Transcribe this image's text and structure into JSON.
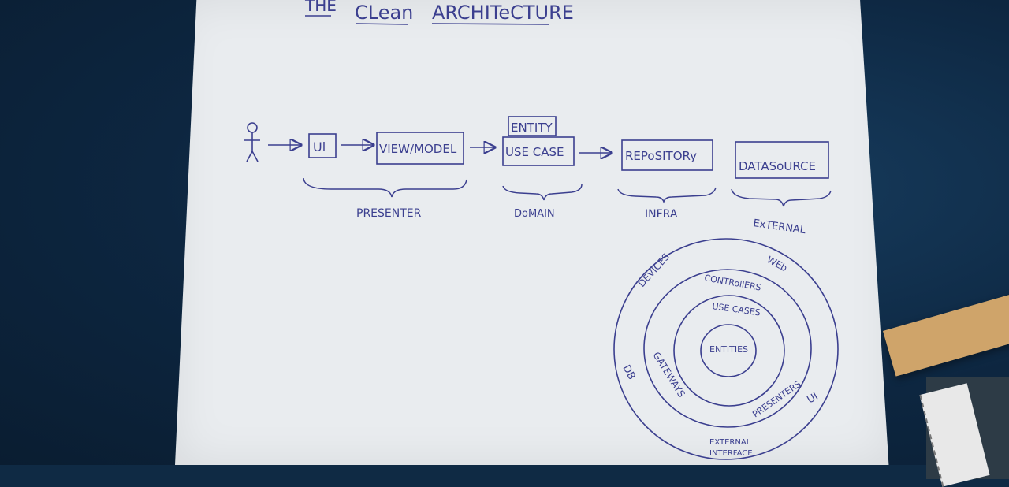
{
  "title": {
    "word1": "THE",
    "word2": "CLean",
    "word3": "ARCHITeCTURE"
  },
  "flow": {
    "actor": "actor-icon",
    "boxes": {
      "entity": "ENTITY",
      "ui": "Ul",
      "viewmodel": "VIEW/MODEL",
      "usecase": "USE CASE",
      "repository": "REPoSITORy",
      "datasource": "DATASoURCE"
    },
    "groups": {
      "presenter": "PRESENTER",
      "domain": "DoMAIN",
      "infra": "INFRA",
      "external": "ExTERNAL"
    }
  },
  "onion": {
    "outer": {
      "devices": "DEVICES",
      "web": "WEb",
      "db": "DB",
      "ui": "UI",
      "ext1": "EXTERNAL",
      "ext2": "INTERFACE"
    },
    "adapters": {
      "controllers": "CONTRollERS",
      "gateways": "GATEWAYS",
      "presenters": "PRESENTERS"
    },
    "usecases": "USE CASES",
    "entities": "ENTITIES"
  },
  "colors": {
    "ink": "#3b3f8f",
    "paper": "#e9ecef",
    "background": "#0f2a44"
  }
}
